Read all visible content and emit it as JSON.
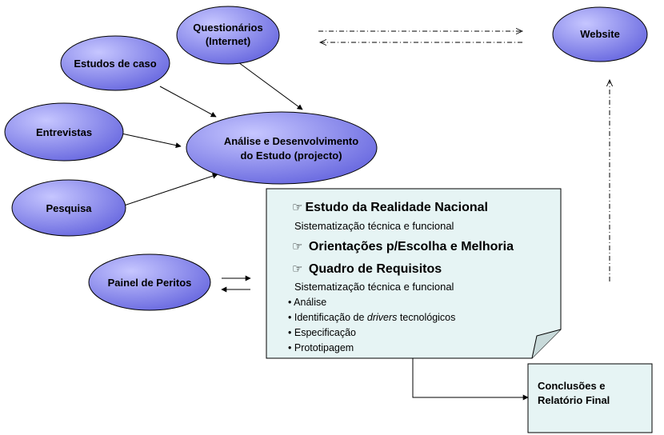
{
  "nodes": {
    "questionarios": [
      "Questionários",
      "(Internet)"
    ],
    "estudos_caso": "Estudos de caso",
    "entrevistas": "Entrevistas",
    "pesquisa": "Pesquisa",
    "painel": "Painel de Peritos",
    "analise": [
      "Análise e Desenvolvimento",
      "do Estudo (projecto)"
    ],
    "website": "Website"
  },
  "note": {
    "h1": "Estudo da Realidade Nacional",
    "s1": "Sistematização técnica e funcional",
    "h2": "Orientações p/Escolha e Melhoria",
    "h3": "Quadro de Requisitos",
    "s3": "Sistematização técnica e funcional",
    "bullets": {
      "b1": "Análise",
      "b2_pre": "Identificação de ",
      "b2_em": "drivers",
      "b2_post": " tecnológicos",
      "b3": "Especificação",
      "b4": "Prototipagem"
    }
  },
  "box": [
    "Conclusões e",
    "Relatório Final"
  ],
  "colors": {
    "ellipse_light": "#aaaaff",
    "ellipse_dark": "#5a5ad8",
    "note_fill": "#e6f4f4",
    "box_fill": "#e6f4f4"
  },
  "icons": {
    "hand": "☞"
  }
}
